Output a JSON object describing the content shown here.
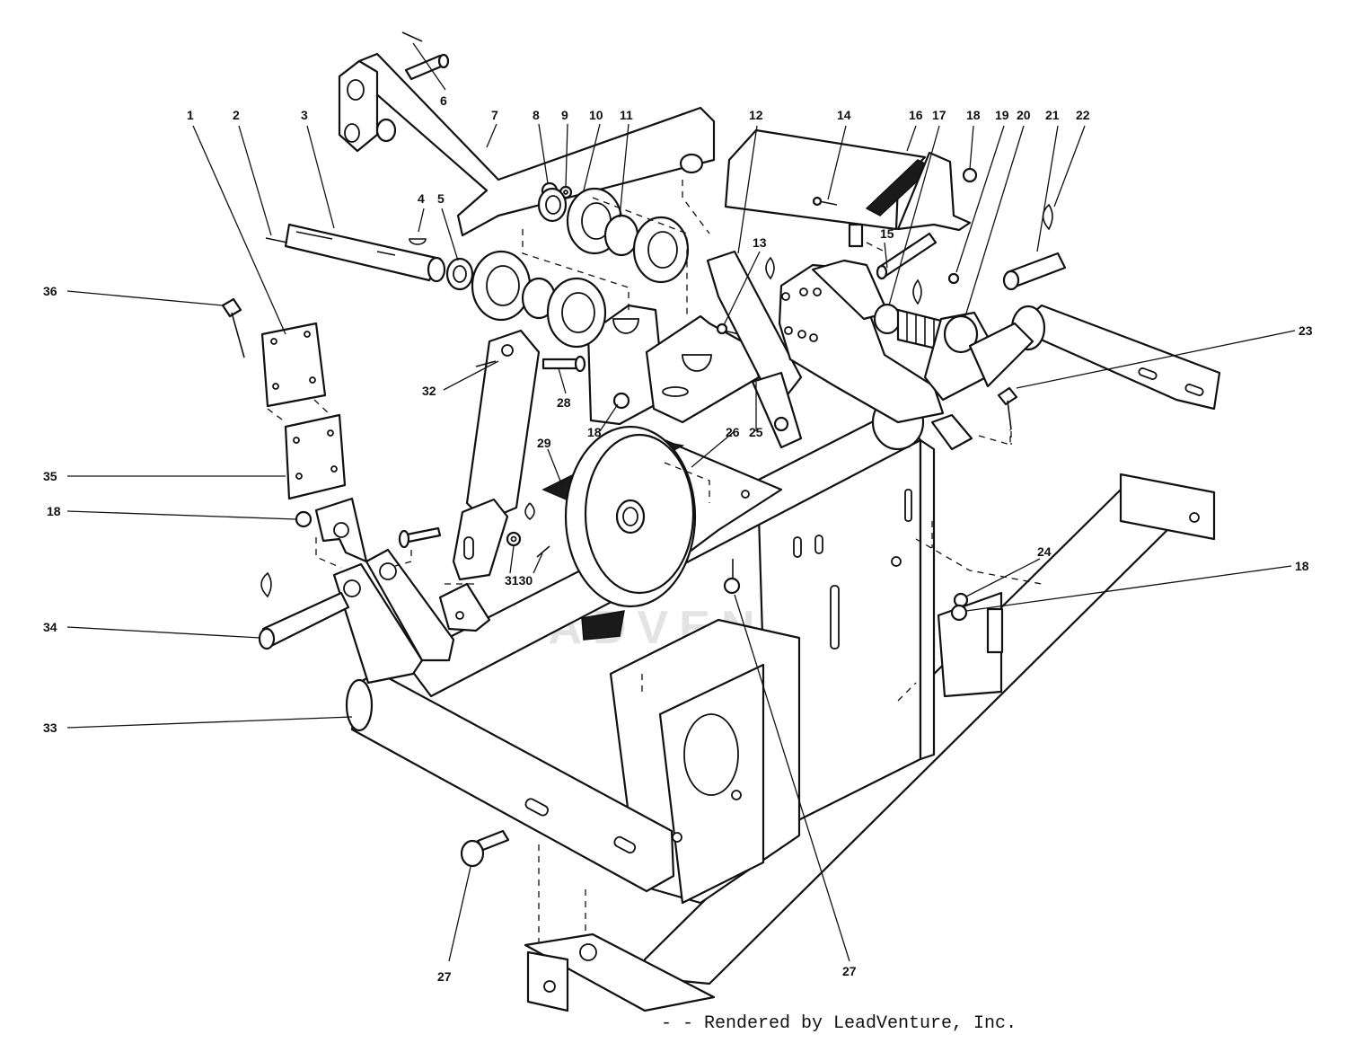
{
  "diagram": {
    "watermark_text": "LEADVENTURE",
    "credit": "- - Rendered by LeadVenture, Inc.",
    "callouts": [
      "1",
      "2",
      "3",
      "4",
      "5",
      "6",
      "7",
      "8",
      "9",
      "10",
      "11",
      "12",
      "13",
      "14",
      "16",
      "17",
      "18",
      "19",
      "20",
      "21",
      "22",
      "36",
      "23",
      "32",
      "28",
      "18",
      "26",
      "25",
      "29",
      "35",
      "18",
      "3130",
      "24",
      "18",
      "34",
      "33",
      "27",
      "27",
      "15"
    ]
  }
}
